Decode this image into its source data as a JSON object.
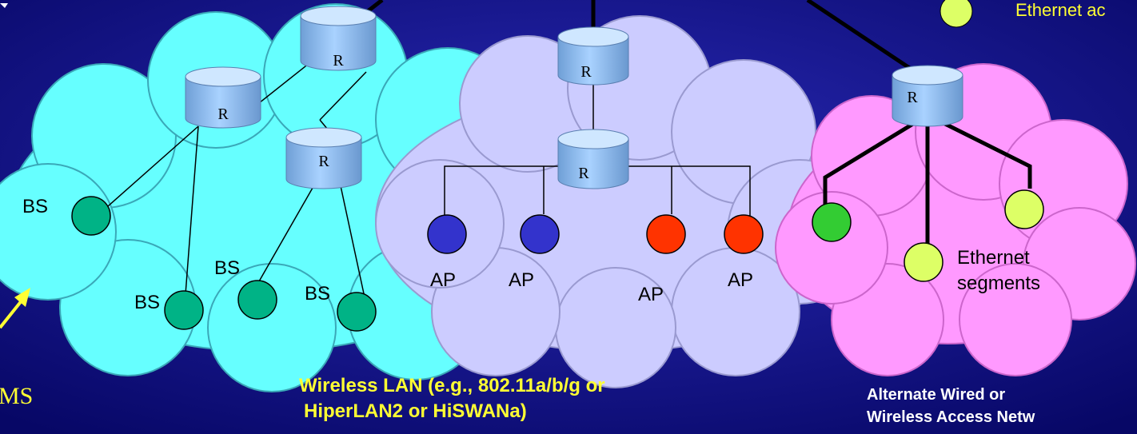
{
  "colors": {
    "background": "#0c0c6e",
    "cellular_cloud": "#66ffff",
    "wlan_cloud": "#ccccff",
    "alternate_cloud": "#ff99ff",
    "router": "#99ccff",
    "base_station": "#00b386",
    "ap_blue": "#3333cc",
    "ap_red": "#ff3300",
    "ethernet_node": "#ddff66",
    "alt_green_node": "#33cc33",
    "caption_yellow": "#ffff33",
    "caption_white": "#ffffff"
  },
  "legend": {
    "ethernet_label": "Ethernet ac"
  },
  "router_label": "R",
  "cellular": {
    "bs_label": "BS",
    "ms_label": "MS"
  },
  "wlan": {
    "ap_label": "AP",
    "caption_line1": "Wireless LAN (e.g., 802.11a/b/g or",
    "caption_line2": "HiperLAN2 or HiSWANa)"
  },
  "alternate": {
    "ethernet_line1": "Ethernet",
    "ethernet_line2": "segments",
    "caption_line1": "Alternate Wired or",
    "caption_line2": "Wireless Access Netw"
  }
}
